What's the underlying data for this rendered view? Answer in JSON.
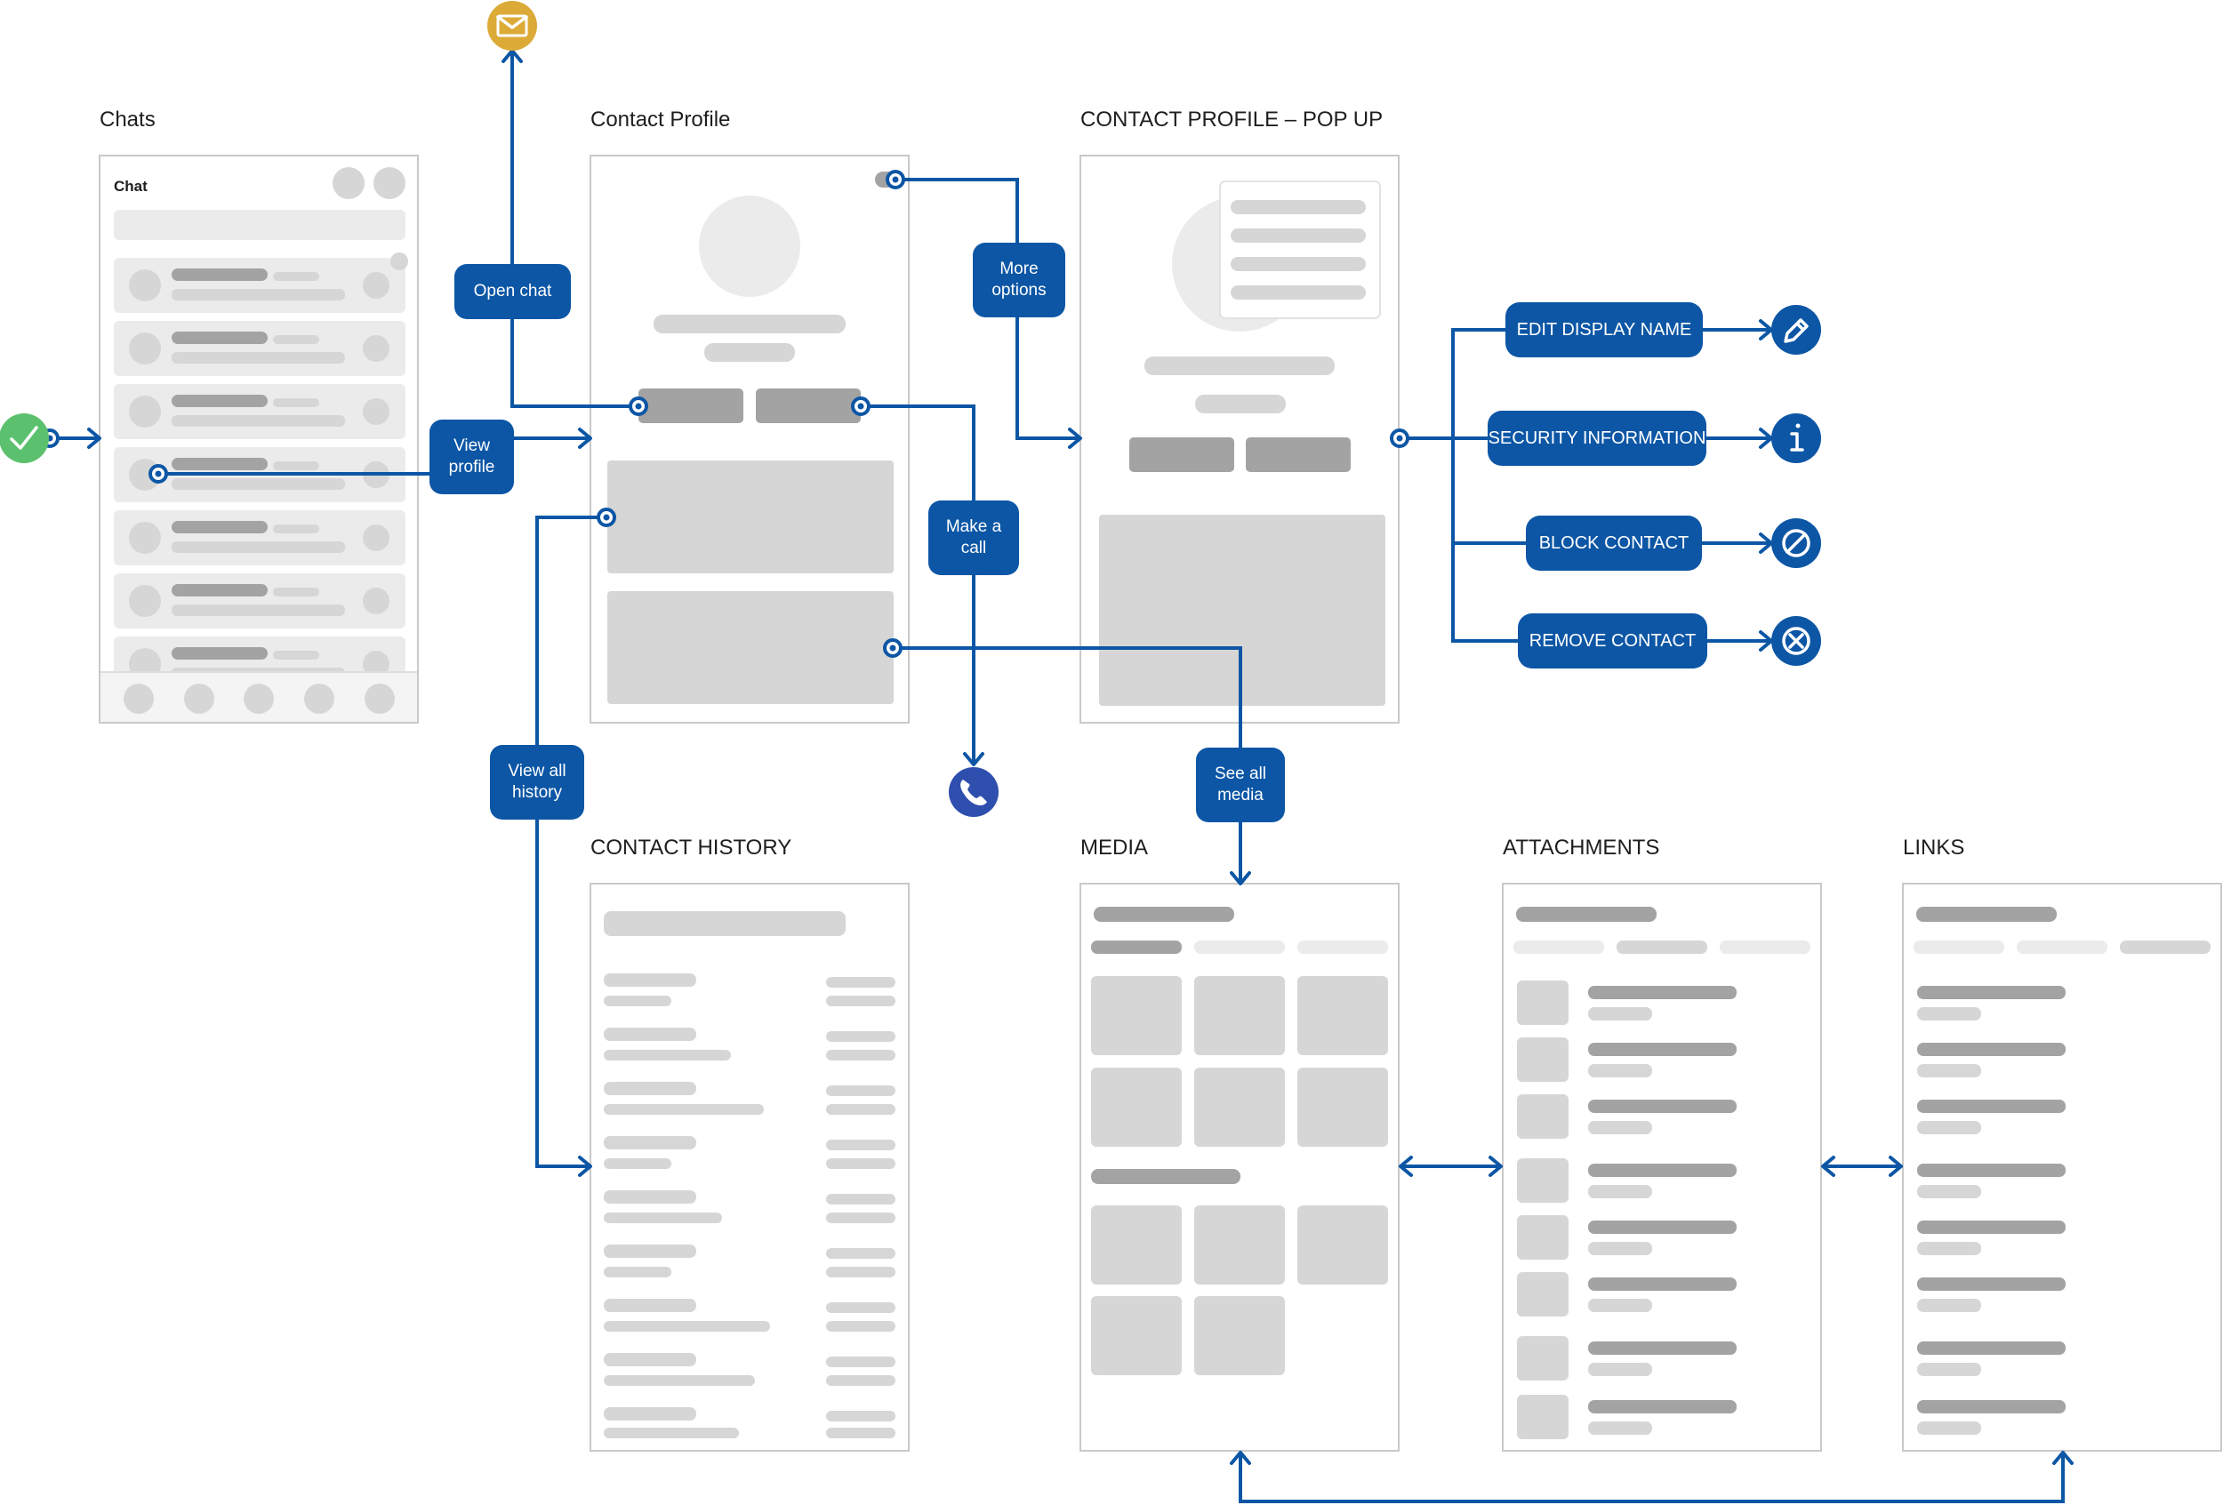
{
  "titles": {
    "chats": "Chats",
    "contact_profile": "Contact Profile",
    "contact_profile_popup": "CONTACT PROFILE –  POP UP",
    "contact_history": "CONTACT HISTORY",
    "media": "MEDIA",
    "attachments": "ATTACHMENTS",
    "links": "LINKS"
  },
  "chats_screen": {
    "header_label": "Chat"
  },
  "actions": {
    "open_chat": "Open chat",
    "view_profile": "View\nprofile",
    "more_options": "More\noptions",
    "make_call": "Make a\ncall",
    "view_all_history": "View all\nhistory",
    "see_all_media": "See all\nmedia"
  },
  "popup_options": [
    {
      "label": "EDIT DISPLAY NAME",
      "icon": "pencil-icon"
    },
    {
      "label": "SECURITY INFORMATION",
      "icon": "info-icon"
    },
    {
      "label": "BLOCK CONTACT",
      "icon": "block-icon"
    },
    {
      "label": "REMOVE CONTACT",
      "icon": "remove-icon"
    }
  ],
  "icons": {
    "start": "checkmark-icon",
    "message": "envelope-icon",
    "call": "phone-icon"
  },
  "colors": {
    "flow_blue": "#0c56a5",
    "start_green": "#5cc16e",
    "message_gold": "#dcaa37",
    "call_blue": "#2f4fae",
    "placeholder_light": "#ebebeb",
    "placeholder_mid": "#d6d6d6",
    "placeholder_dark": "#a3a3a3"
  }
}
